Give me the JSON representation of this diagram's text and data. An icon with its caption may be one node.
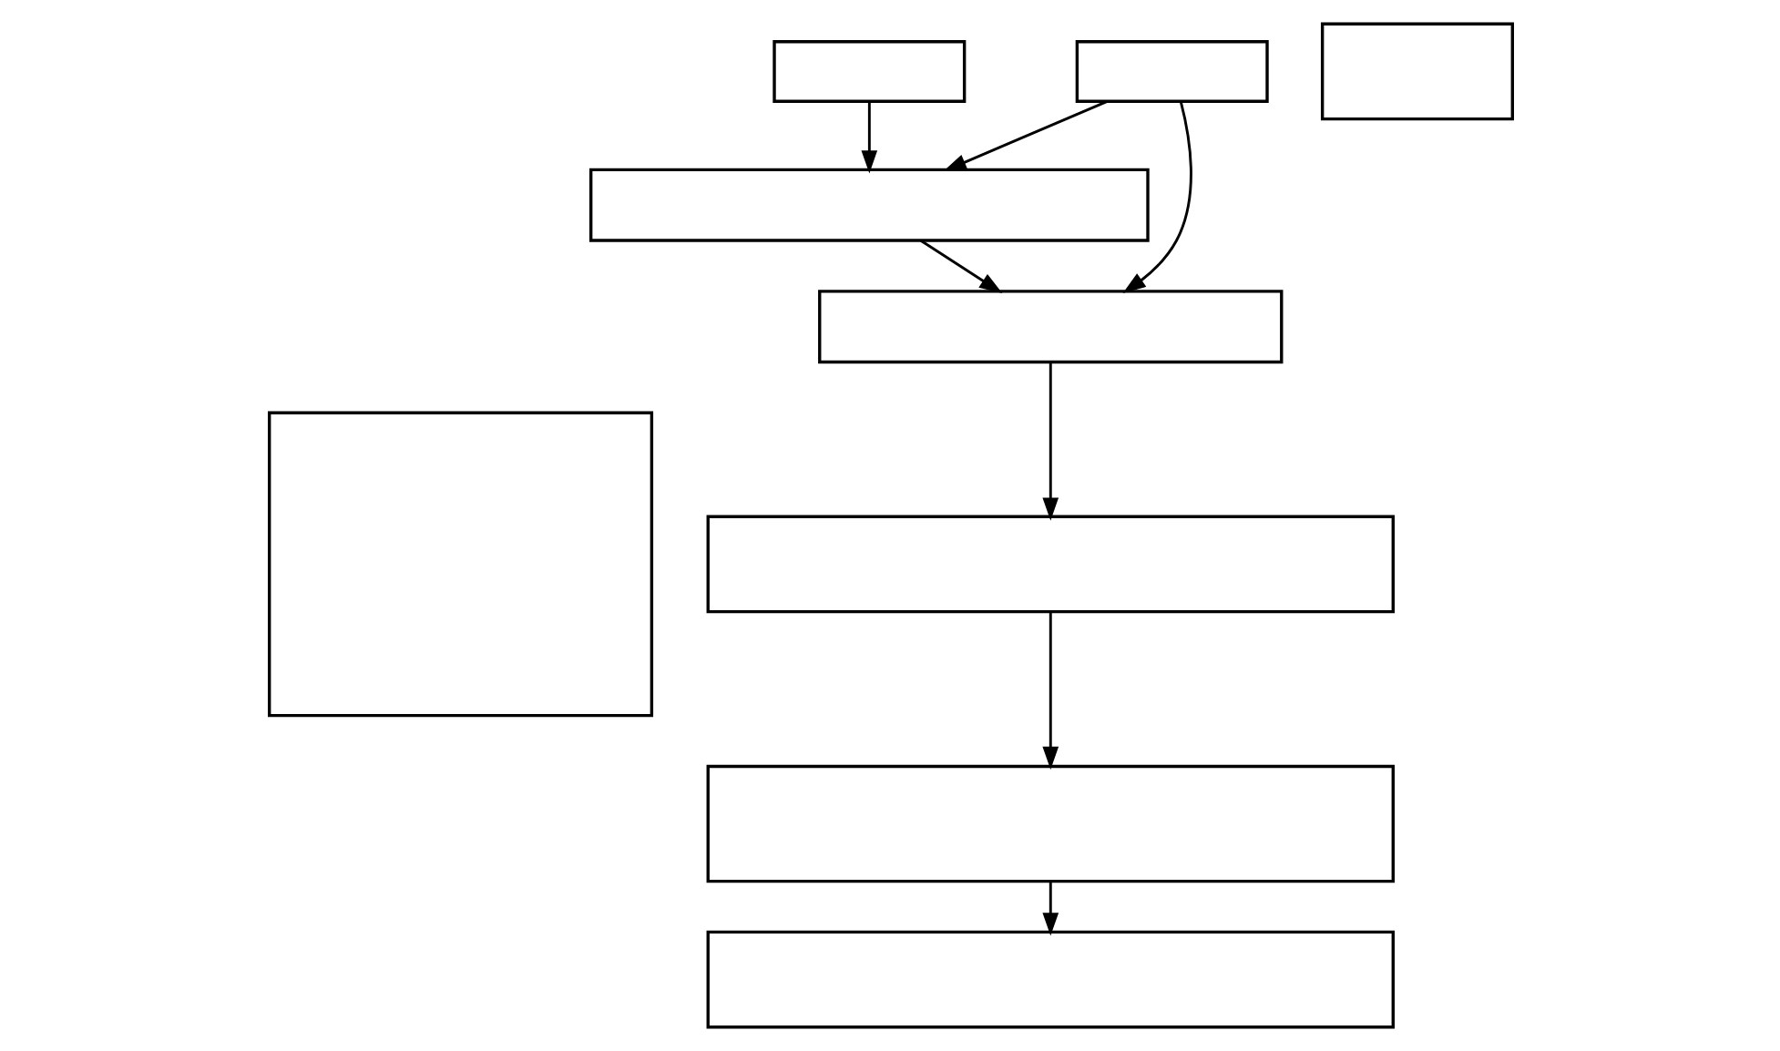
{
  "diagram": {
    "nodes": [
      {
        "text": [],
        "shape": "box"
      },
      {
        "text": [],
        "shape": "box"
      },
      {
        "text": [],
        "shape": "box"
      },
      {
        "text": [],
        "shape": "box"
      },
      {
        "text": [],
        "shape": "box"
      },
      {
        "text": [],
        "shape": "box"
      },
      {
        "text": [],
        "shape": "box"
      },
      {
        "text": [],
        "shape": "box"
      },
      {
        "text": [],
        "shape": "box"
      }
    ],
    "edges": [
      {
        "from": 1,
        "to": 4,
        "arrow": "to"
      },
      {
        "from": 3,
        "to": 4,
        "arrow": "to"
      },
      {
        "from": 3,
        "to": 5,
        "arrow": "to"
      },
      {
        "from": 4,
        "to": 5,
        "arrow": "to"
      },
      {
        "from": 5,
        "to": 6,
        "arrow": "to"
      },
      {
        "from": 6,
        "to": 7,
        "arrow": "to"
      },
      {
        "from": 7,
        "to": 8,
        "arrow": "to"
      }
    ]
  }
}
